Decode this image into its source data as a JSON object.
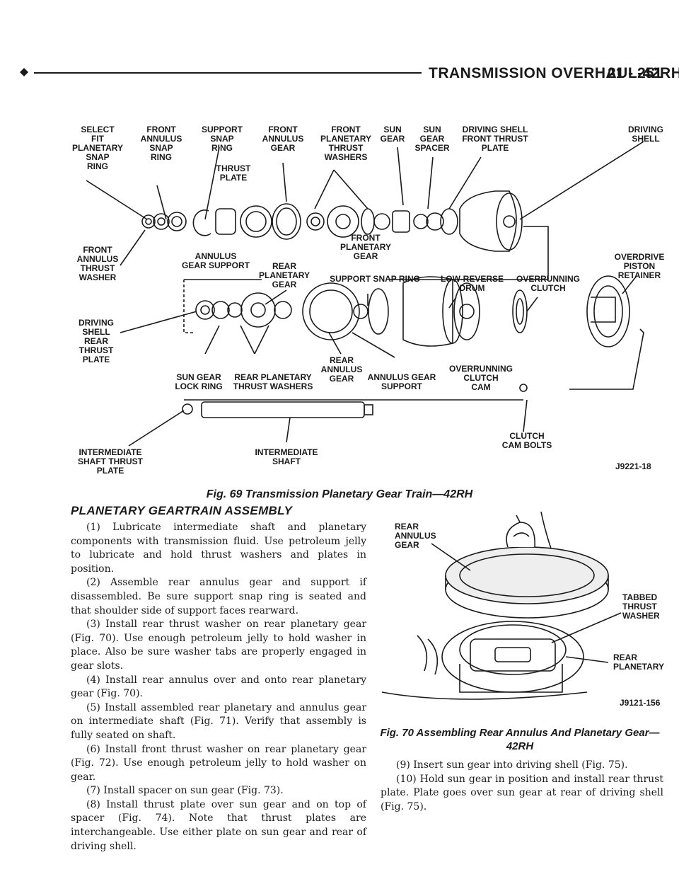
{
  "header": {
    "title": "TRANSMISSION OVERHAUL-42RH",
    "page": "21 - 251"
  },
  "figure69": {
    "labels": {
      "select_fit": "SELECT\nFIT\nPLANETARY\nSNAP\nRING",
      "front_annulus_snap": "FRONT\nANNULUS\nSNAP\nRING",
      "support_snap": "SUPPORT\nSNAP\nRING",
      "thrust_plate": "THRUST\nPLATE",
      "front_annulus_gear": "FRONT\nANNULUS\nGEAR",
      "front_planetary_washers": "FRONT\nPLANETARY\nTHRUST\nWASHERS",
      "sun_gear": "SUN\nGEAR",
      "sun_gear_spacer": "SUN\nGEAR\nSPACER",
      "driving_shell_plate": "DRIVING SHELL\nFRONT THRUST\nPLATE",
      "driving_shell": "DRIVING\nSHELL",
      "front_annulus_washer": "FRONT\nANNULUS\nTHRUST\nWASHER",
      "annulus_gear_support": "ANNULUS\nGEAR SUPPORT",
      "rear_planetary_gear": "REAR\nPLANETARY\nGEAR",
      "front_planetary_gear": "FRONT\nPLANETARY\nGEAR",
      "support_snap_ring": "SUPPORT SNAP RING",
      "low_reverse_drum": "LOW-REVERSE\nDRUM",
      "overrunning_clutch": "OVERRUNNING\nCLUTCH",
      "overdrive_piston": "OVERDRIVE\nPISTON\nRETAINER",
      "driving_shell_rear": "DRIVING\nSHELL\nREAR\nTHRUST\nPLATE",
      "sun_gear_lock": "SUN GEAR\nLOCK RING",
      "rear_planetary_washers": "REAR PLANETARY\nTHRUST WASHERS",
      "rear_annulus_gear": "REAR\nANNULUS\nGEAR",
      "annulus_gear_support2": "ANNULUS GEAR\nSUPPORT",
      "overrunning_cam": "OVERRUNNING\nCLUTCH\nCAM",
      "clutch_cam_bolts": "CLUTCH\nCAM BOLTS",
      "intermediate_thrust": "INTERMEDIATE\nSHAFT THRUST\nPLATE",
      "intermediate_shaft": "INTERMEDIATE\nSHAFT"
    },
    "code": "J9221-18",
    "caption": "Fig. 69 Transmission Planetary Gear Train—42RH"
  },
  "section": {
    "heading": "PLANETARY GEARTRAIN ASSEMBLY",
    "steps": [
      "(1) Lubricate intermediate shaft and planetary components with transmission fluid. Use petroleum jelly to lubricate and hold thrust washers and plates in position.",
      "(2) Assemble rear annulus gear and support if disassembled. Be sure support snap ring is seated and that shoulder side of support faces rearward.",
      "(3) Install rear thrust washer on rear planetary gear (Fig. 70). Use enough petroleum jelly to hold washer in place. Also be sure washer tabs are properly engaged in gear slots.",
      "(4) Install rear annulus over and onto rear planetary gear (Fig. 70).",
      "(5) Install assembled rear planetary and annulus gear on intermediate shaft (Fig. 71). Verify that assembly is fully seated on shaft.",
      "(6) Install front thrust washer on rear planetary gear (Fig. 72). Use enough petroleum jelly to hold washer on gear.",
      "(7) Install spacer on sun gear (Fig. 73).",
      "(8) Install thrust plate over sun gear and on top of spacer (Fig. 74). Note that thrust plates are interchangeable. Use either plate on sun gear and rear of driving shell."
    ],
    "right_steps": [
      "(9) Insert sun gear into driving shell (Fig. 75).",
      "(10) Hold sun gear in position and install rear thrust plate. Plate goes over sun gear at rear of driving shell (Fig. 75)."
    ]
  },
  "figure70": {
    "labels": {
      "rear_annulus": "REAR\nANNULUS\nGEAR",
      "tabbed_washer": "TABBED\nTHRUST\nWASHER",
      "rear_planetary": "REAR\nPLANETARY"
    },
    "code": "J9121-156",
    "caption": "Fig. 70 Assembling Rear Annulus And Planetary Gear—42RH"
  }
}
